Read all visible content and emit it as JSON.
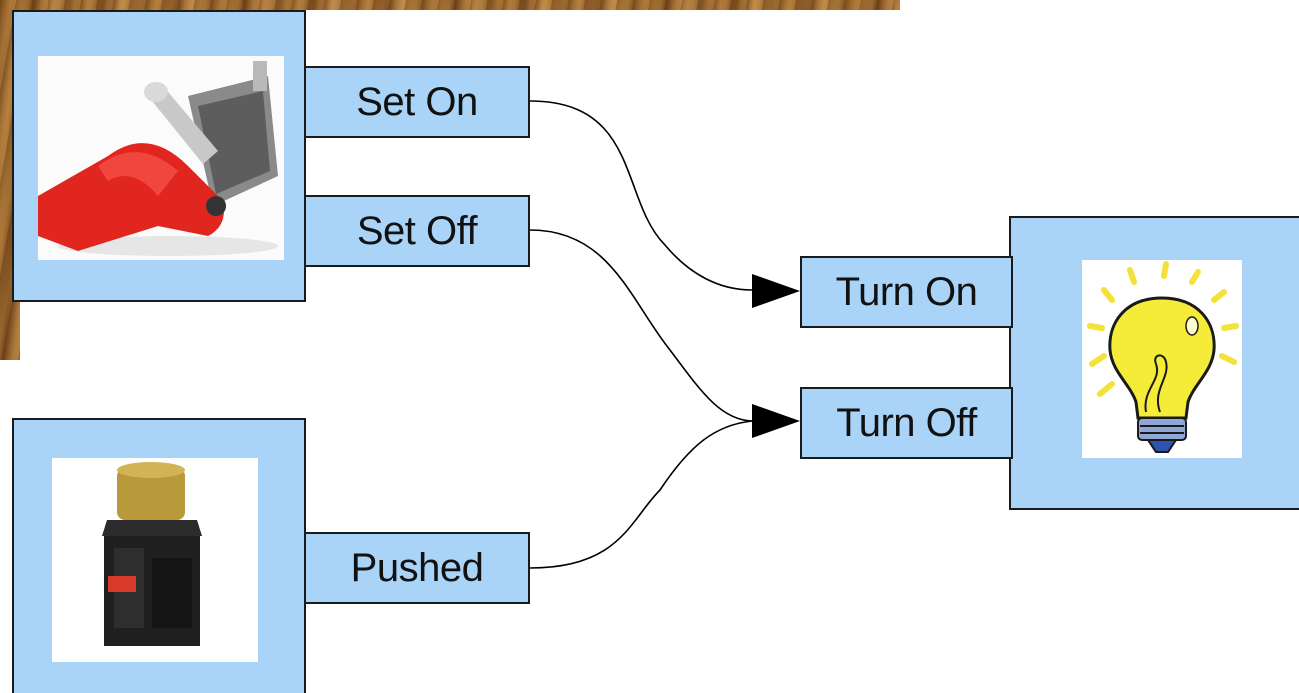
{
  "nodes": {
    "toggle_switch": {
      "icon": "toggle-switch-photo",
      "ports": {
        "set_on": "Set On",
        "set_off": "Set Off"
      }
    },
    "push_button": {
      "icon": "push-button-photo",
      "ports": {
        "pushed": "Pushed"
      }
    },
    "light_bulb": {
      "icon": "light-bulb-icon",
      "ports": {
        "turn_on": "Turn On",
        "turn_off": "Turn Off"
      }
    }
  },
  "connections": [
    {
      "from": "Set On",
      "to": "Turn On"
    },
    {
      "from": "Set Off",
      "to": "Turn Off"
    },
    {
      "from": "Pushed",
      "to": "Turn Off"
    }
  ],
  "colors": {
    "node_fill": "#a9d3f7",
    "border": "#1a1a1a",
    "wire": "#000000"
  }
}
